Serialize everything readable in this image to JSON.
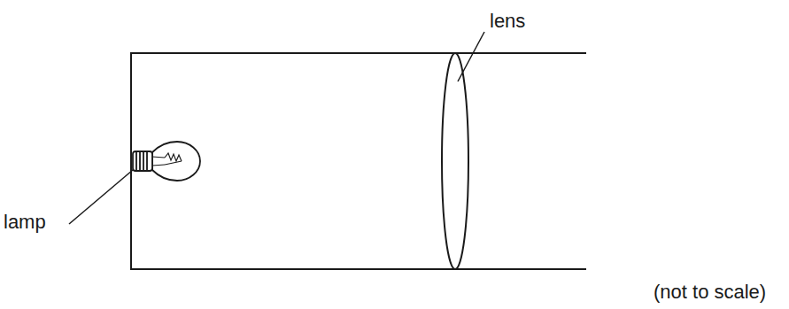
{
  "diagram": {
    "labels": [
      "lens",
      "lamp",
      "(not to scale)"
    ]
  }
}
